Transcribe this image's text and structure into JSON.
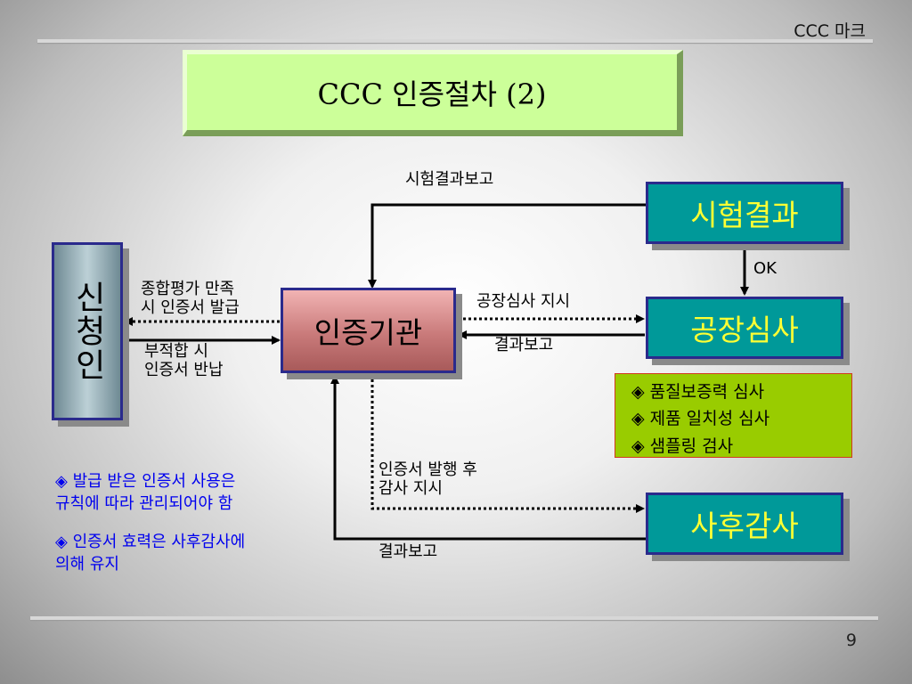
{
  "header": {
    "title": "CCC 마크"
  },
  "slide": {
    "title": "CCC 인증절차 (2)",
    "page_number": "9"
  },
  "boxes": {
    "applicant": "신청인",
    "agency": "인증기관",
    "test_result": "시험결과",
    "factory_audit": "공장심사",
    "post_audit": "사후감사"
  },
  "labels": {
    "test_report": "시험결과보고",
    "ok": "OK",
    "factory_instruction": "공장심사 지시",
    "result_report_1": "결과보고",
    "issue_line1": "종합평가 만족",
    "issue_line2": "시 인증서 발급",
    "return_line1": "부적합 시",
    "return_line2": "인증서 반납",
    "post_line1": "인증서 발행 후",
    "post_line2": "감사 지시",
    "result_report_2": "결과보고"
  },
  "audit_items": [
    "품질보증력 심사",
    "제품 일치성 심사",
    "샘플링 검사"
  ],
  "notes": [
    {
      "line1": "발급 받은 인증서 사용은",
      "line2": "규칙에 따라 관리되어야 함"
    },
    {
      "line1": "인증서 효력은 사후감사에",
      "line2": "의해 유지"
    }
  ],
  "colors": {
    "teal": "#009999",
    "yellow_text": "#ffff33",
    "title_green": "#ccff99",
    "note_blue": "#0000ee",
    "info_green": "#99cc00"
  }
}
